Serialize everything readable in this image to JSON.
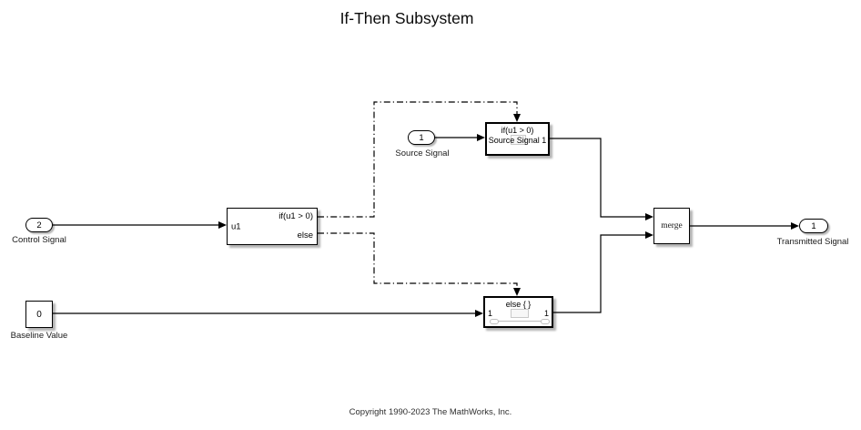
{
  "diagram": {
    "title": "If-Then Subsystem",
    "copyright": "Copyright 1990-2023 The MathWorks, Inc."
  },
  "blocks": {
    "control_inport": {
      "port_number": "2",
      "label": "Control Signal"
    },
    "if_block": {
      "input_port": "u1",
      "if_output": "if(u1 > 0)",
      "else_output": "else"
    },
    "source_inport": {
      "port_number": "1",
      "label": "Source Signal"
    },
    "if_action_subsystem": {
      "condition": "if(u1 > 0)",
      "name": "Source Signal 1"
    },
    "else_action_subsystem": {
      "condition": "else { }",
      "in_port": "1",
      "out_port": "1"
    },
    "baseline_constant": {
      "value": "0",
      "label": "Baseline Value"
    },
    "merge_block": {
      "label": "merge"
    },
    "outport": {
      "port_number": "1",
      "label": "Transmitted Signal"
    }
  },
  "colors": {
    "background": "#ffffff",
    "wire": "#000000",
    "block_border": "#000000",
    "block_fill": "#ffffff",
    "shadow": "#aaaaaa",
    "preview_gray": "#c9c9c9"
  }
}
